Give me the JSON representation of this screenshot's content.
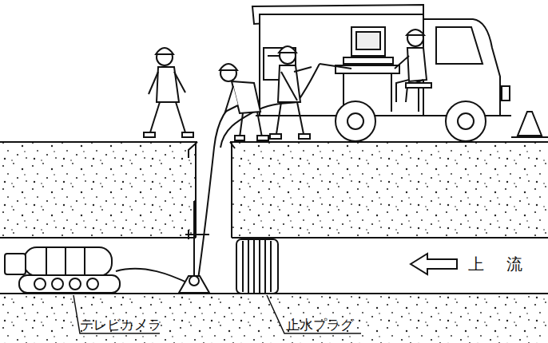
{
  "diagram": {
    "labels": [
      "テレビカメラ",
      "止水プラグ",
      "上流"
    ]
  }
}
